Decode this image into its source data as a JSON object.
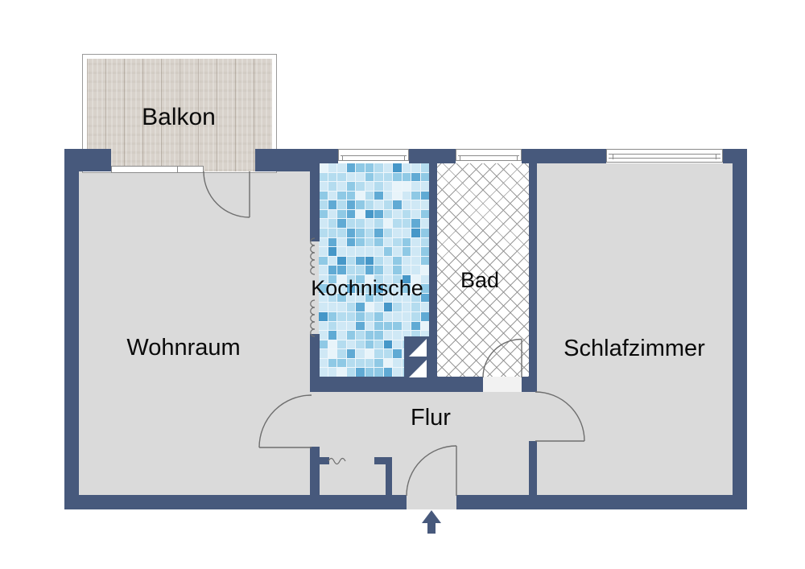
{
  "plan": {
    "title": "Apartment floor plan",
    "rooms": [
      {
        "id": "balkon",
        "label": "Balkon"
      },
      {
        "id": "wohnraum",
        "label": "Wohnraum"
      },
      {
        "id": "kochnische",
        "label": "Kochnische"
      },
      {
        "id": "bad",
        "label": "Bad"
      },
      {
        "id": "schlafzimmer",
        "label": "Schlafzimmer"
      },
      {
        "id": "flur",
        "label": "Flur"
      }
    ],
    "entrance": {
      "symbol": "arrow-up",
      "position": "bottom-center"
    },
    "colors": {
      "wall": "#47597c",
      "floor": "#dadada",
      "wood": "#d8d2cb",
      "hatch_line": "#9a9a9a",
      "door_stroke": "#6e6e6e",
      "text": "#0a0a0a",
      "tile_palette": [
        "#cfe8f5",
        "#b4dcef",
        "#8fc9e5",
        "#60aad4",
        "#4697c8",
        "#e8f4fa"
      ]
    }
  }
}
